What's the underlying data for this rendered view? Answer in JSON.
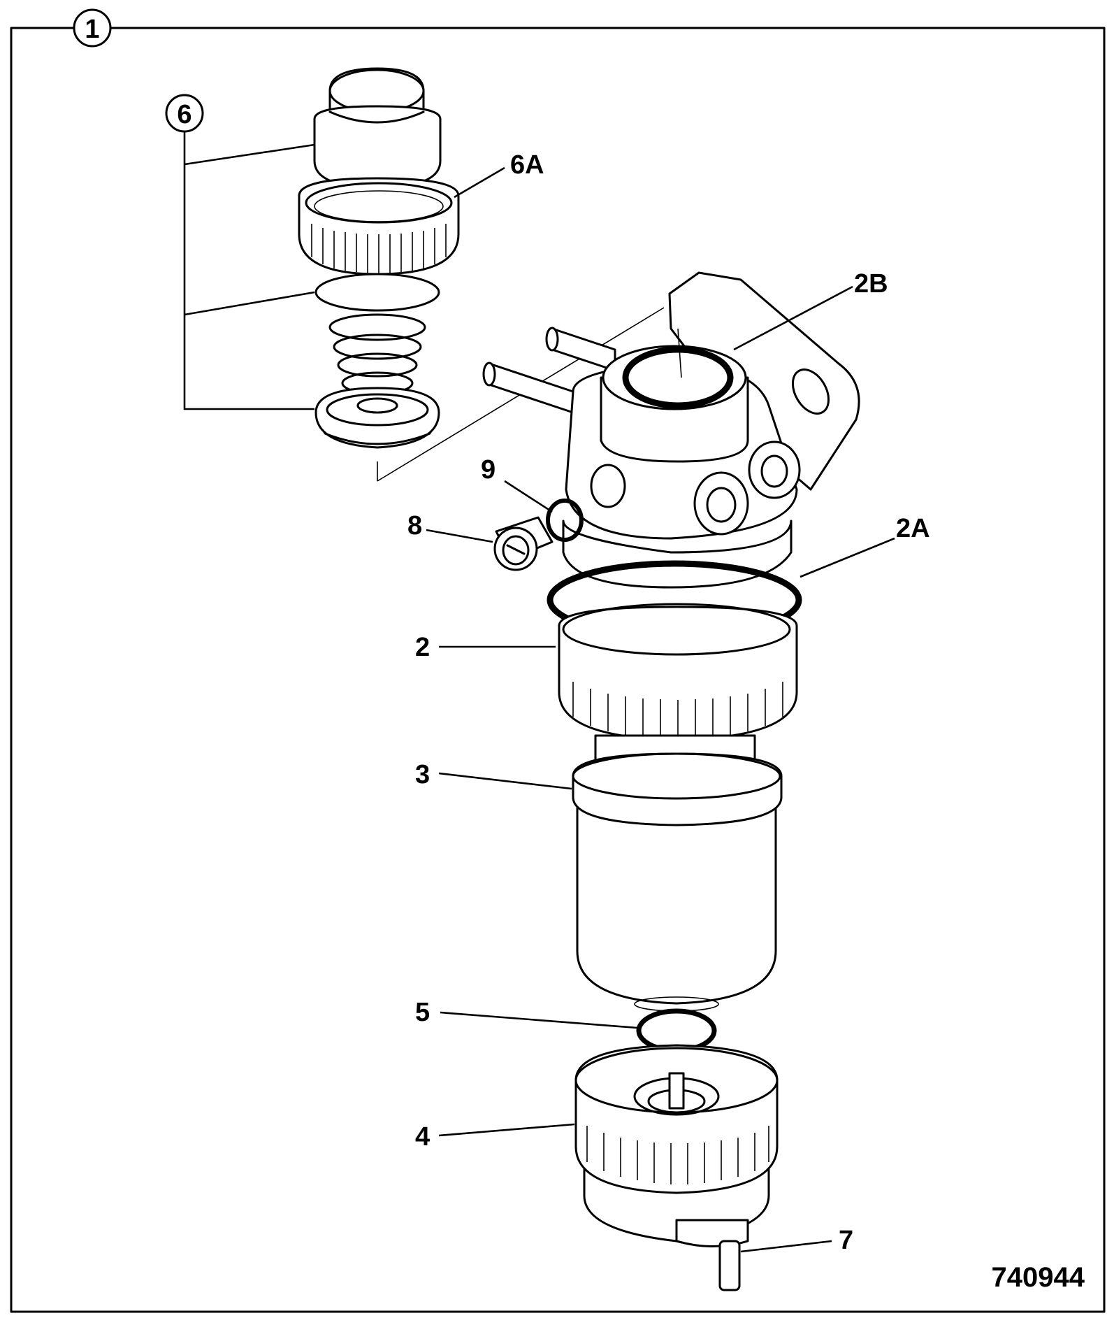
{
  "figure_number": "740944",
  "labels": {
    "l1": "1",
    "l6": "6",
    "l6a": "6A",
    "l2b": "2B",
    "l9": "9",
    "l8": "8",
    "l2a": "2A",
    "l2": "2",
    "l3": "3",
    "l5": "5",
    "l4": "4",
    "l7": "7"
  }
}
